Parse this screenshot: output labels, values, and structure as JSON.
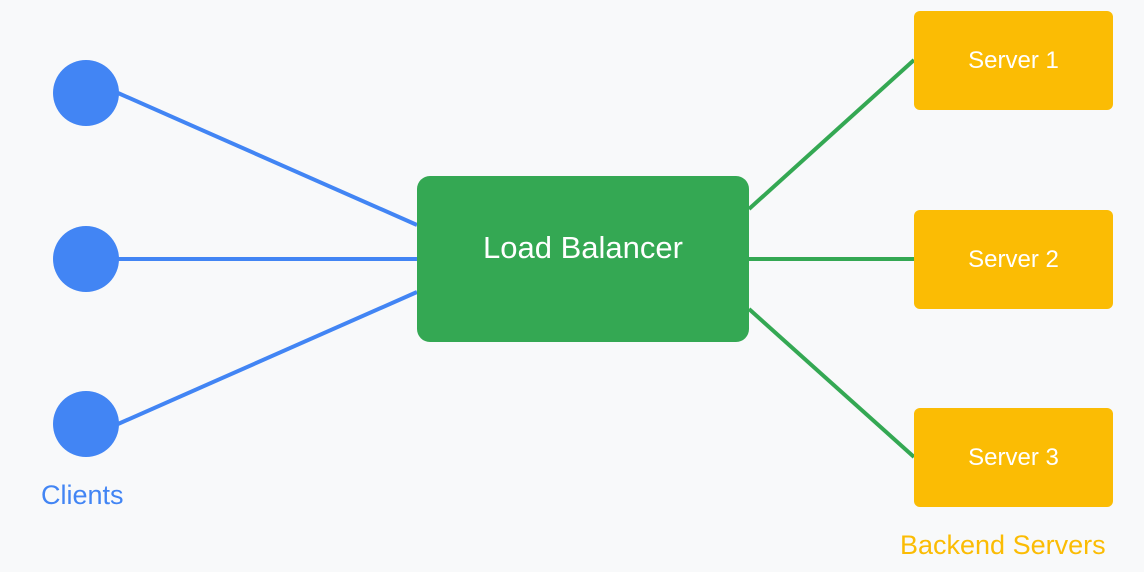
{
  "diagram": {
    "clients_label": "Clients",
    "servers_label": "Backend Servers",
    "load_balancer_label": "Load Balancer",
    "servers": [
      "Server 1",
      "Server 2",
      "Server 3"
    ],
    "client_count": 3
  },
  "colors": {
    "client": "#4285f4",
    "load_balancer": "#34a853",
    "server": "#fbbc04",
    "client_link": "#4285f4",
    "server_link": "#34a853",
    "background": "#f8f9fa"
  }
}
